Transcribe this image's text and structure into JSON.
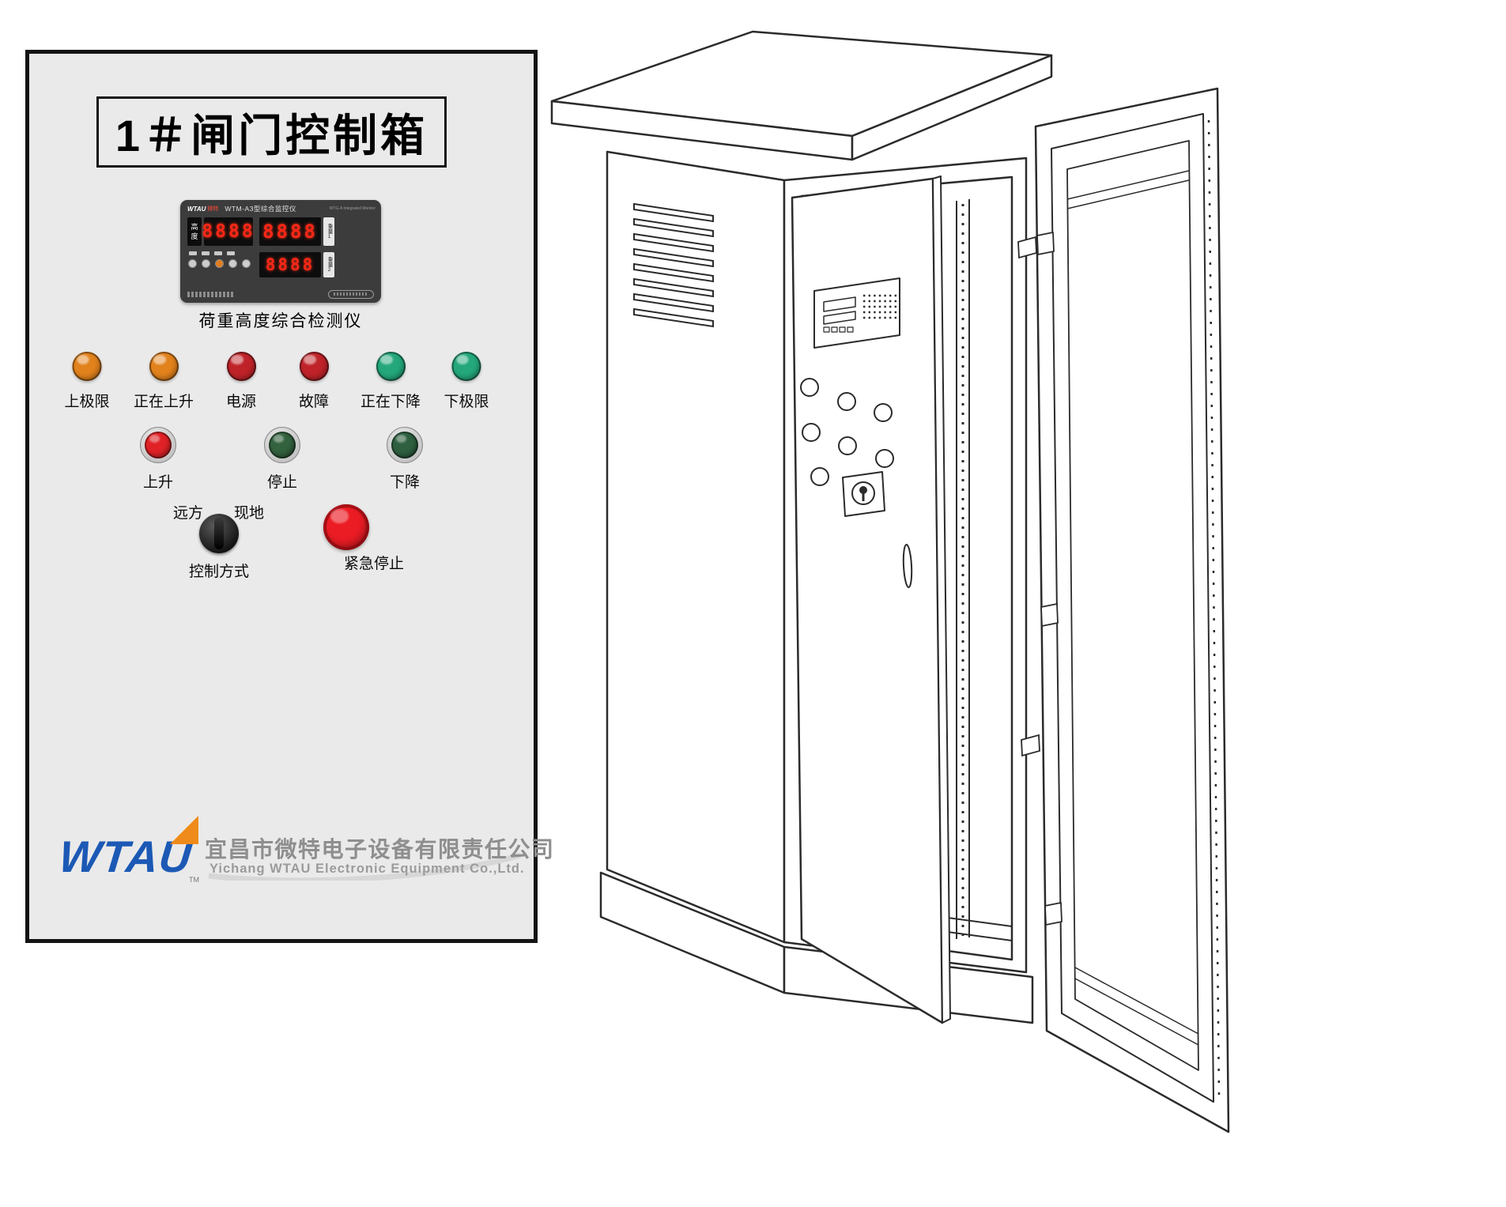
{
  "left_panel": {
    "title": "1＃闸门控制箱",
    "monitor": {
      "brand": "WTAU",
      "brand_cn": "微特",
      "model": "WTM-A3型综合监控仪",
      "model_en": "WTG-A Integrated Monitor",
      "height_label_top": "高",
      "height_label_bottom": "度",
      "weight1_label": "重量1",
      "weight2_label": "重量2",
      "displays": [
        "8888",
        "8888",
        "8888"
      ],
      "caption": "荷重高度综合检测仪"
    },
    "indicators": [
      {
        "label": "上极限",
        "color": "#e2821c"
      },
      {
        "label": "正在上升",
        "color": "#e2821c"
      },
      {
        "label": "电源",
        "color": "#bf2329"
      },
      {
        "label": "故障",
        "color": "#bf2329"
      },
      {
        "label": "正在下降",
        "color": "#23a77b"
      },
      {
        "label": "下极限",
        "color": "#23a77b"
      }
    ],
    "push_buttons": [
      {
        "label": "上升",
        "color": "#e02227"
      },
      {
        "label": "停止",
        "color": "#33623f"
      },
      {
        "label": "下降",
        "color": "#2f6140"
      }
    ],
    "selector": {
      "left_label": "远方",
      "right_label": "现地",
      "caption": "控制方式"
    },
    "estop": {
      "label": "紧急停止",
      "color": "#ec1c24"
    },
    "footer": {
      "logo_text": "WTAU",
      "tm": "TM",
      "company_cn": "宜昌市微特电子设备有限责任公司",
      "company_en": "Yichang WTAU Electronic Equipment Co.,Ltd."
    }
  }
}
